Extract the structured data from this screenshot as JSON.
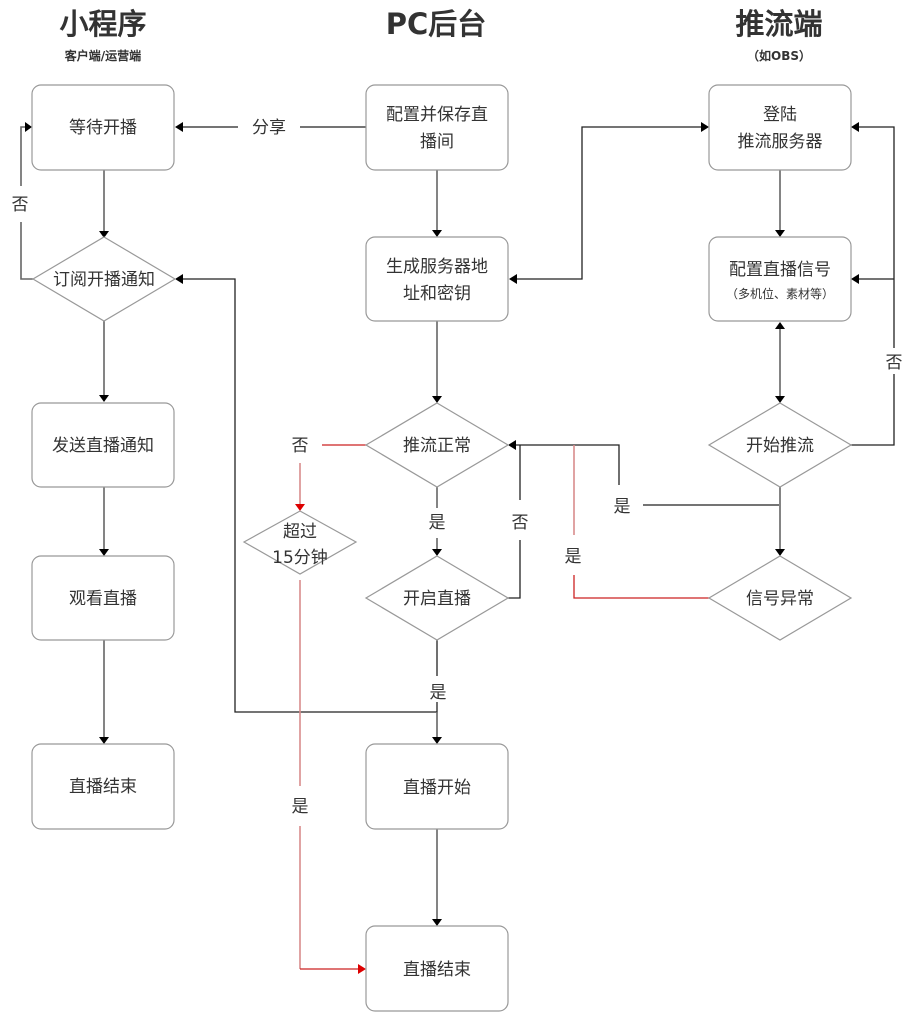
{
  "columns": [
    {
      "id": "miniprogram",
      "title": "小程序",
      "subtitle": "客户端/运营端"
    },
    {
      "id": "pc",
      "title": "PC后台",
      "subtitle": ""
    },
    {
      "id": "pusher",
      "title": "推流端",
      "subtitle": "（如OBS）"
    }
  ],
  "nodes": {
    "wait_start": {
      "label": "等待开播",
      "shape": "box"
    },
    "subscribe": {
      "label": "订阅开播通知",
      "shape": "diamond"
    },
    "send_notice": {
      "label": "发送直播通知",
      "shape": "box"
    },
    "watch": {
      "label": "观看直播",
      "shape": "box"
    },
    "end_left": {
      "label": "直播结束",
      "shape": "box"
    },
    "config_room": {
      "line1": "配置并保存直",
      "line2": "播间",
      "shape": "box"
    },
    "gen_server": {
      "line1": "生成服务器地",
      "line2": "址和密钥",
      "shape": "box"
    },
    "push_ok": {
      "label": "推流正常",
      "shape": "diamond"
    },
    "over15": {
      "line1": "超过",
      "line2": "15分钟",
      "shape": "diamond"
    },
    "open_live": {
      "label": "开启直播",
      "shape": "diamond"
    },
    "live_start": {
      "label": "直播开始",
      "shape": "box"
    },
    "end_mid": {
      "label": "直播结束",
      "shape": "box"
    },
    "login_server": {
      "line1": "登陆",
      "line2": "推流服务器",
      "shape": "box"
    },
    "config_signal": {
      "line1": "配置直播信号",
      "line2": "（多机位、素材等）",
      "shape": "box"
    },
    "start_push": {
      "label": "开始推流",
      "shape": "diamond"
    },
    "signal_error": {
      "label": "信号异常",
      "shape": "diamond"
    }
  },
  "edge_labels": {
    "share": "分享",
    "subscribe_no": "否",
    "push_ok_no": "否",
    "push_ok_yes": "是",
    "open_live_no": "否",
    "open_live_yes": "是",
    "over15_yes": "是",
    "start_push_no": "否",
    "start_push_yes": "是",
    "signal_error_yes": "是"
  },
  "colors": {
    "line": "#222222",
    "border": "#999999",
    "alert": "#cc2222",
    "text": "#333333"
  }
}
